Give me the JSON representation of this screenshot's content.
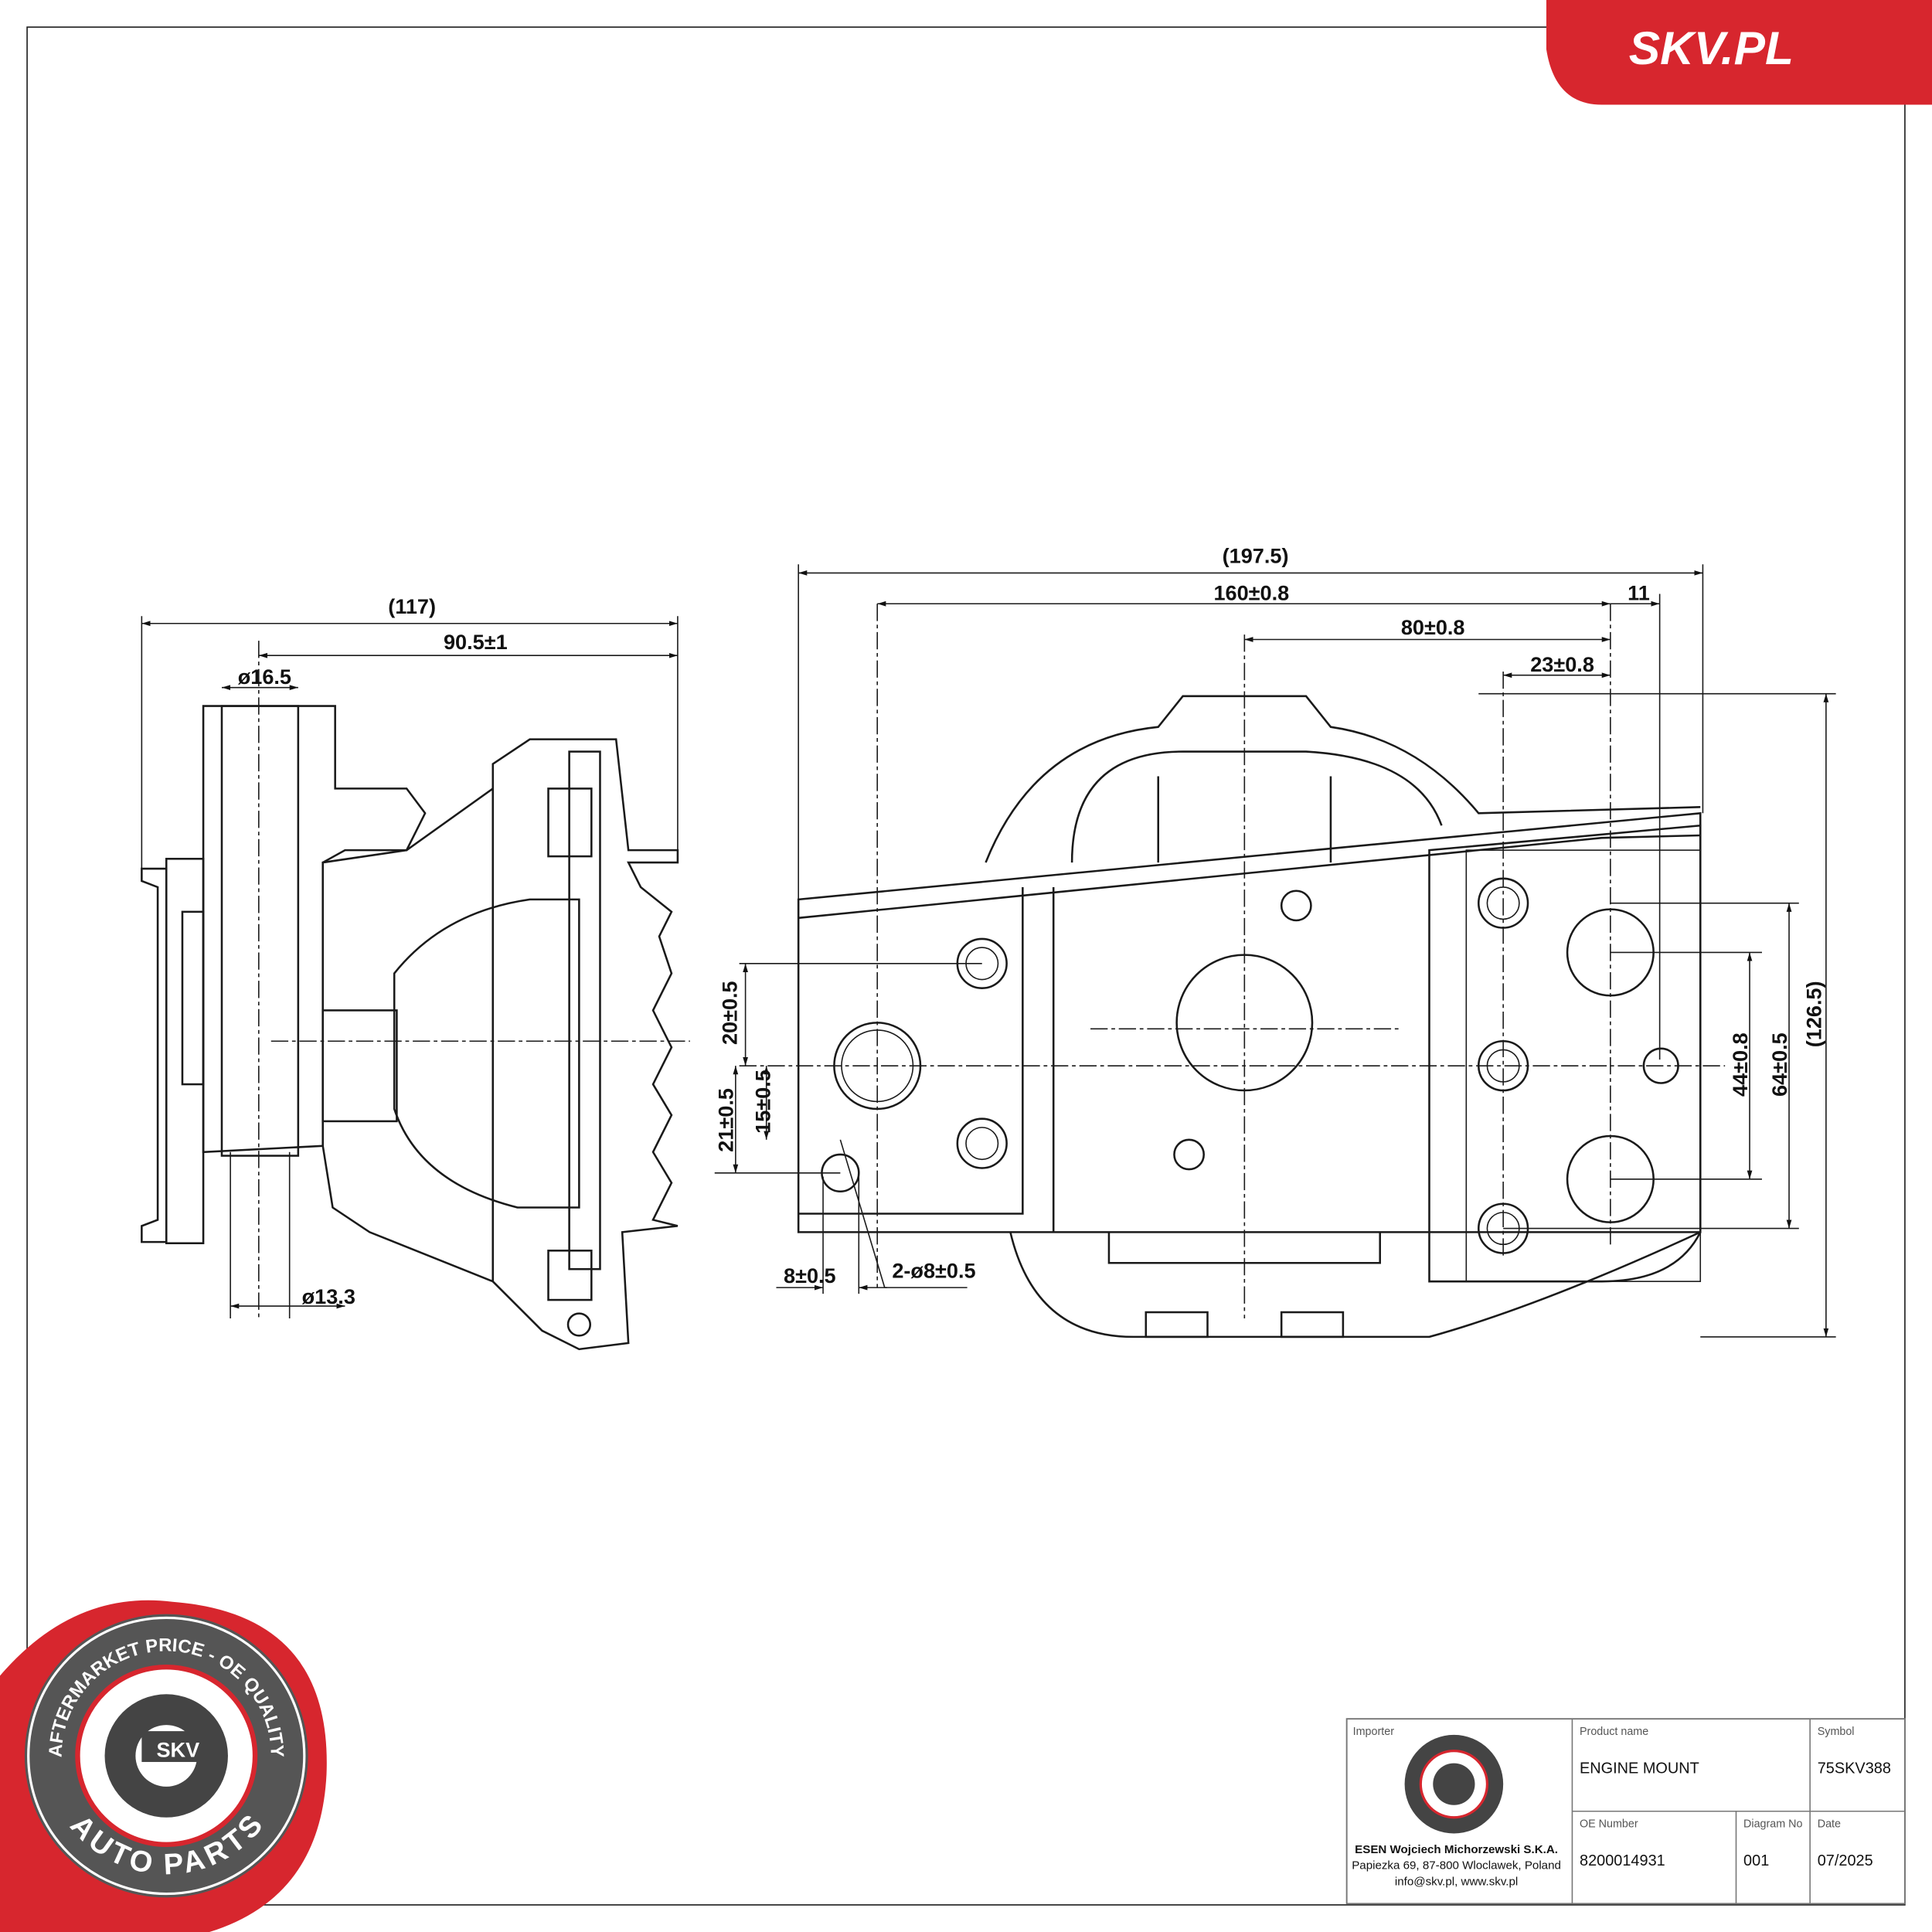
{
  "brand": {
    "logo_text": "SKV.PL",
    "color": "#d7262e"
  },
  "badge": {
    "top_text": "AFTERMARKET PRICE - OE QUALITY",
    "center_text": "SKV",
    "bottom_text": "AUTO PARTS"
  },
  "side_view": {
    "dims": {
      "overall": "(117)",
      "width": "90.5±1",
      "bore_top": "ø16.5",
      "bore_bottom": "ø13.3"
    }
  },
  "front_view": {
    "dims": {
      "overall": "(197.5)",
      "hole_span": "160±0.8",
      "right_offset": "11",
      "center_offset": "80±0.8",
      "small_offset": "23±0.8",
      "v1": "20±0.5",
      "v2": "21±0.5",
      "v3": "15±0.5",
      "v_right1": "44±0.8",
      "v_right2": "64±0.5",
      "height": "(126.5)",
      "slot": "8±0.5",
      "holes": "2-ø8±0.5"
    }
  },
  "title_block": {
    "importer_label": "Importer",
    "importer_name": "ESEN Wojciech Michorzewski S.K.A.",
    "importer_address": "Papiezka 69, 87-800 Wloclawek, Poland",
    "importer_contact": "info@skv.pl, www.skv.pl",
    "product_label": "Product name",
    "product_value": "ENGINE MOUNT",
    "symbol_label": "Symbol",
    "symbol_value": "75SKV388",
    "oe_label": "OE Number",
    "oe_value": "8200014931",
    "diagram_label": "Diagram No",
    "diagram_value": "001",
    "date_label": "Date",
    "date_value": "07/2025"
  }
}
